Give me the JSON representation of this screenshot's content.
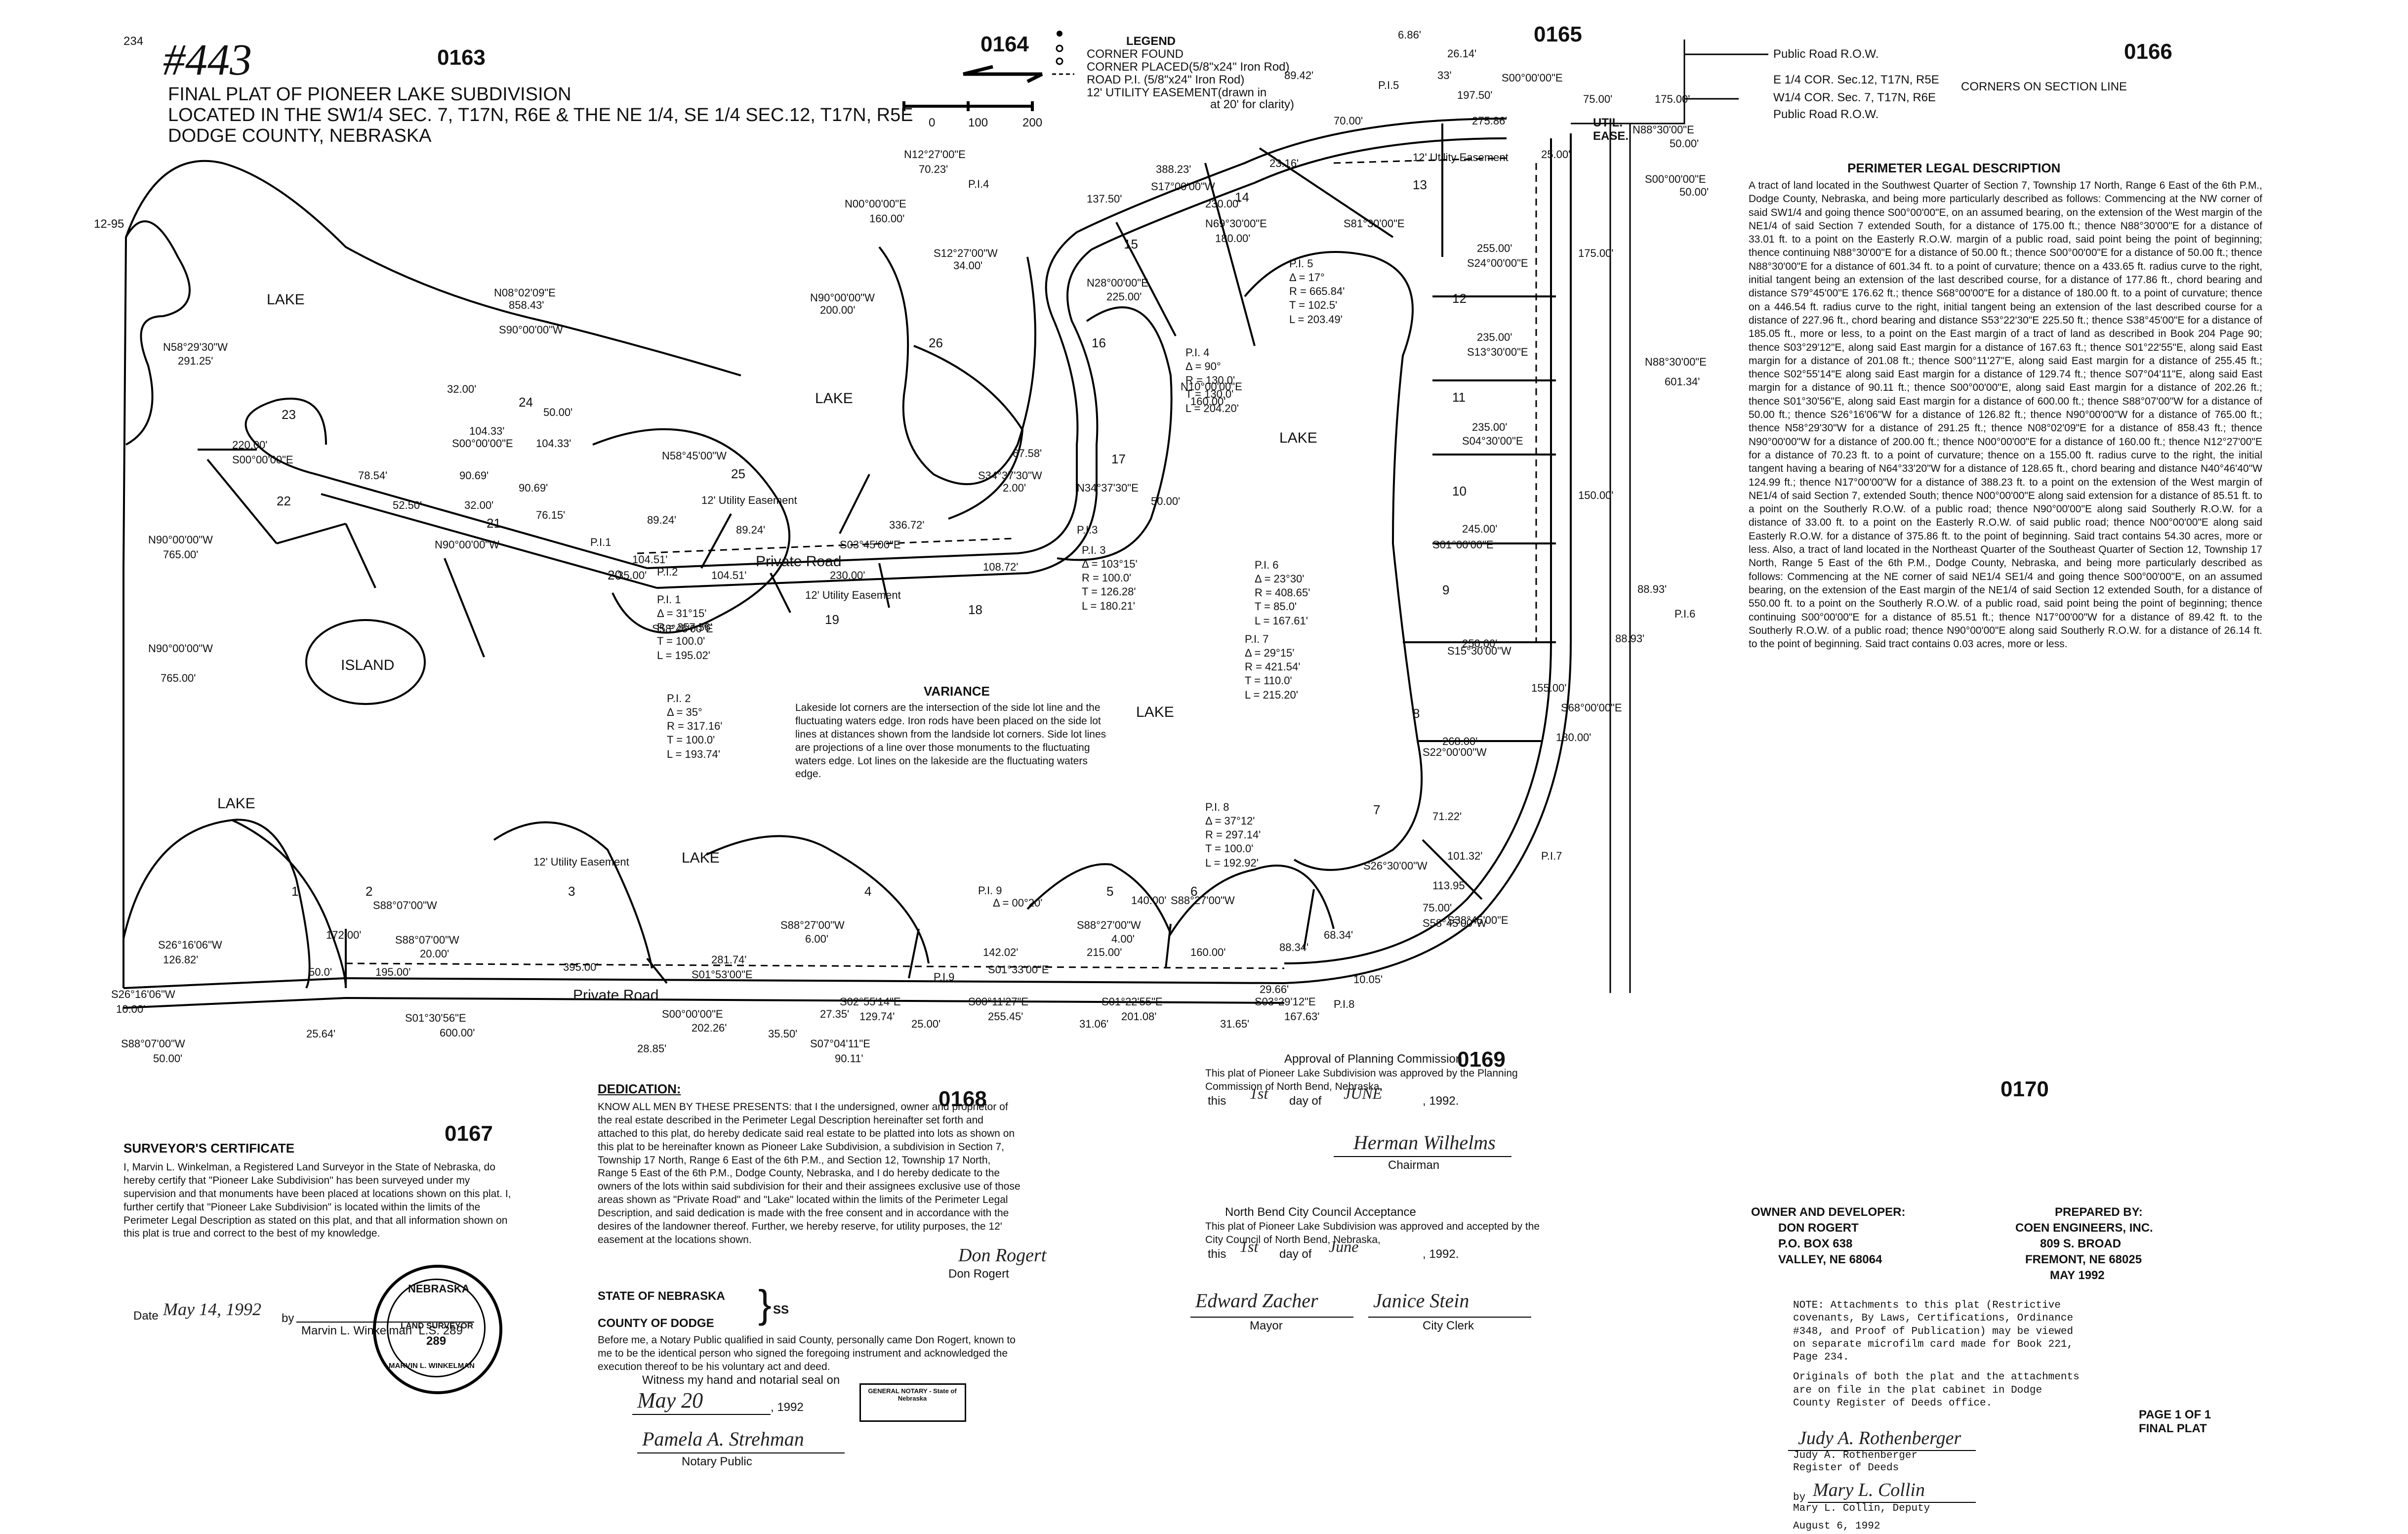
{
  "corner": {
    "mark1": "#443",
    "mark2": "0163",
    "note_a": "234",
    "note_b": "12-95"
  },
  "sheet_numbers": {
    "s0164": "0164",
    "s0165": "0165",
    "s0166": "0166",
    "s0167": "0167",
    "s0168": "0168",
    "s0169": "0169",
    "s0170": "0170"
  },
  "title": {
    "line1": "FINAL PLAT OF PIONEER LAKE SUBDIVISION",
    "line2": "LOCATED IN THE SW1/4 SEC. 7, T17N, R6E & THE NE 1/4, SE 1/4 SEC.12, T17N, R5E",
    "line3": "DODGE COUNTY, NEBRASKA"
  },
  "scale": {
    "t0": "0",
    "t1": "100",
    "t2": "200"
  },
  "legend": {
    "title": "LEGEND",
    "i1": "CORNER FOUND",
    "i2": "CORNER PLACED(5/8\"x24\" Iron Rod)",
    "i3": "ROAD P.I. (5/8\"x24\" Iron Rod)",
    "i4": "12' UTILITY EASEMENT(drawn in",
    "i4b": "at 20' for clarity)"
  },
  "top_right": {
    "row1": "Public Road R.O.W.",
    "row2": "E 1/4 COR. Sec.12, T17N, R5E",
    "row3": "W1/4 COR. Sec. 7, T17N, R6E",
    "row4": "Public Road R.O.W.",
    "corners": "CORNERS ON SECTION LINE",
    "util": "UTIL.",
    "ease": "EASE.",
    "d75": "75.00'",
    "d175": "175.00'",
    "b1": "N88°30'00\"E",
    "b1d": "50.00'",
    "b2": "S00°00'00\"E",
    "b2d": "50.00'",
    "b3": "S00°00'00\"E",
    "d197": "197.50'",
    "d2614": "26.14'",
    "d686": "6.86'",
    "d33": "33'",
    "d2500": "25.00'",
    "pi15": "P.I.5"
  },
  "perimeter": {
    "heading": "PERIMETER LEGAL DESCRIPTION",
    "body": "A tract of land located in the Southwest Quarter of Section 7, Township 17 North, Range 6 East of the 6th P.M., Dodge County, Nebraska, and being more particularly described as follows: Commencing at the NW corner of said SW1/4 and going thence S00°00'00\"E, on an assumed bearing, on the extension of the West margin of the NE1/4 of said Section 7 extended South, for a distance of 175.00 ft.; thence N88°30'00\"E for a distance of 33.01 ft. to a point on the Easterly R.O.W. margin of a public road, said point being the point of beginning; thence continuing N88°30'00\"E for a distance of 50.00 ft.; thence S00°00'00\"E for a distance of 50.00 ft.; thence N88°30'00\"E for a distance of 601.34 ft. to a point of curvature; thence on a 433.65 ft. radius curve to the right, initial tangent being an extension of the last described course, for a distance of 177.86 ft., chord bearing and distance S79°45'00\"E 176.62 ft.; thence S68°00'00\"E for a distance of 180.00 ft. to a point of curvature; thence on a 446.54 ft. radius curve to the right, initial tangent being an extension of the last described course for a distance of 227.96 ft., chord bearing and distance S53°22'30\"E 225.50 ft.; thence S38°45'00\"E for a distance of 185.05 ft., more or less, to a point on the East margin of a tract of land as described in Book 204 Page 90; thence S03°29'12\"E, along said East margin for a distance of 167.63 ft.; thence S01°22'55\"E, along said East margin for a distance of 201.08 ft.; thence S00°11'27\"E, along said East margin for a distance of 255.45 ft.; thence S02°55'14\"E along said East margin for a distance of 129.74 ft.; thence S07°04'11\"E, along said East margin for a distance of 90.11 ft.; thence S00°00'00\"E, along said East margin for a distance of 202.26 ft.; thence S01°30'56\"E, along said East margin for a distance of 600.00 ft.; thence S88°07'00\"W for a distance of 50.00 ft.; thence S26°16'06\"W for a distance of 126.82 ft.; thence N90°00'00\"W for a distance of 765.00 ft.; thence N58°29'30\"W for a distance of 291.25 ft.; thence N08°02'09\"E for a distance of 858.43 ft.; thence N90°00'00\"W for a distance of 200.00 ft.; thence N00°00'00\"E for a distance of 160.00 ft.; thence N12°27'00\"E for a distance of 70.23 ft. to a point of curvature; thence on a 155.00 ft. radius curve to the right, the initial tangent having a bearing of N64°33'20\"W for a distance of 128.65 ft., chord bearing and distance N40°46'40\"W 124.99 ft.; thence N17°00'00\"W for a distance of 388.23 ft. to a point on the extension of the West margin of NE1/4 of said Section 7, extended South; thence N00°00'00\"E along said extension for a distance of 85.51 ft. to a point on the Southerly R.O.W. of a public road; thence N90°00'00\"E along said Southerly R.O.W. for a distance of 33.00 ft. to a point on the Easterly R.O.W. of said public road; thence N00°00'00\"E along said Easterly R.O.W. for a distance of 375.86 ft. to the point of beginning. Said tract contains 54.30 acres, more or less. Also, a tract of land located in the Northeast Quarter of the Southeast Quarter of Section 12, Township 17 North, Range 5 East of the 6th P.M., Dodge County, Nebraska, and being more particularly described as follows: Commencing at the NE corner of said NE1/4 SE1/4 and going thence S00°00'00\"E, on an assumed bearing, on the extension of the East margin of the NE1/4 of said Section 12 extended South, for a distance of 550.00 ft. to a point on the Southerly R.O.W. of a public road, said point being the point of beginning; thence continuing S00°00'00\"E for a distance of 85.51 ft.; thence N17°00'00\"W for a distance of 89.42 ft. to the Southerly R.O.W. of a public road; thence N90°00'00\"E along said Southerly R.O.W. for a distance of 26.14 ft. to the point of beginning. Said tract contains 0.03 acres, more or less."
  },
  "curves": {
    "pi1": [
      "P.I. 1",
      "Δ = 31°15'",
      "R = 357.56'",
      "T = 100.0'",
      "L = 195.02'"
    ],
    "pi2": [
      "P.I. 2",
      "Δ = 35°",
      "R = 317.16'",
      "T = 100.0'",
      "L = 193.74'"
    ],
    "pi3": [
      "P.I. 3",
      "Δ = 103°15'",
      "R = 100.0'",
      "T = 126.28'",
      "L = 180.21'"
    ],
    "pi4": [
      "P.I. 4",
      "Δ = 90°",
      "R = 130.0'",
      "T = 130.0'",
      "L = 204.20'"
    ],
    "pi5": [
      "P.I. 5",
      "Δ = 17°",
      "R = 665.84'",
      "T = 102.5'",
      "L = 203.49'"
    ],
    "pi6": [
      "P.I. 6",
      "Δ = 23°30'",
      "R = 408.65'",
      "T = 85.0'",
      "L = 167.61'"
    ],
    "pi7": [
      "P.I. 7",
      "Δ = 29°15'",
      "R = 421.54'",
      "T = 110.0'",
      "L = 215.20'"
    ],
    "pi8": [
      "P.I. 8",
      "Δ = 37°12'",
      "R = 297.14'",
      "T = 100.0'",
      "L = 192.92'"
    ],
    "pi9": "P.I. 9",
    "pi9d": "Δ = 00°20'"
  },
  "lots": {
    "l1": "1",
    "l2": "2",
    "l3": "3",
    "l4": "4",
    "l5": "5",
    "l6": "6",
    "l7": "7",
    "l8": "8",
    "l9": "9",
    "l10": "10",
    "l11": "11",
    "l12": "12",
    "l13": "13",
    "l14": "14",
    "l15": "15",
    "l16": "16",
    "l17": "17",
    "l18": "18",
    "l19": "19",
    "l20": "20",
    "l21": "21",
    "l22": "22",
    "l23": "23",
    "l24": "24",
    "l25": "25",
    "l26": "26"
  },
  "features": {
    "lake1": "LAKE",
    "lake2": "LAKE",
    "lake3": "LAKE",
    "lake4": "LAKE",
    "lake5": "LAKE",
    "lake6": "LAKE",
    "island": "ISLAND",
    "road1": "Private Road",
    "road2": "Private Road",
    "ue1": "12' Utility Easement",
    "ue2": "12' Utility Easement",
    "ue3": "12' Utility Easement",
    "ue4": "12' Utility Easement"
  },
  "bearings": {
    "n0809": "N08°02'09\"E",
    "n0809d": "858.43'",
    "s90w": "S90°00'00\"W",
    "n5829": "N58°29'30\"W",
    "n5829d": "291.25'",
    "n90w": "N90°00'00\"W",
    "n90wd": "765.00'",
    "n00e": "N00°00'00\"E",
    "n00ed": "160.00'",
    "n1227": "N12°27'00\"E",
    "n1227d": "70.23'",
    "s1227": "S12°27'00\"W",
    "s1227d": "34.00'",
    "n90w2": "N90°00'00\"W",
    "n90w2d": "200.00'",
    "s17w": "S17°00'00\"W",
    "s17wd": "388.23'",
    "d230": "230.00'",
    "d13750": "137.50'",
    "d7000": "70.00'",
    "d27586": "275.86'",
    "d2316": "23.16'",
    "d8942": "89.42'",
    "n28": "N28°00'00\"E",
    "n28d": "225.00'",
    "n69": "N69°30'00\"E",
    "n69d": "180.00'",
    "s81": "S81°30'00\"E",
    "s24": "S24°00'00\"E",
    "s24d": "255.00'",
    "s13": "S13°30'00\"E",
    "s13d": "235.00'",
    "s04": "S04°30'00\"E",
    "s04d": "235.00'",
    "s01": "S01°00'00\"E",
    "s01d": "245.00'",
    "s15": "S15°30'00\"W",
    "s15d": "250.00'",
    "s22": "S22°00'00\"W",
    "s22d": "268.00'",
    "s26": "S26°30'00\"W",
    "s58": "S58°45'00\"W",
    "s58d": "75.00'",
    "n88e": "N88°30'00\"E",
    "n88ed": "601.34'",
    "d175b": "175.00'",
    "d150": "150.00'",
    "d155": "155.00'",
    "d180": "180.00'",
    "d8893": "88.93'",
    "d8893b": "88.93'",
    "n10": "N10°00'00\"E",
    "n10d": "160.00'",
    "s34": "S34°37'30\"W",
    "s34d": "2.00'",
    "n34": "N34°37'30\"E",
    "n34d": "50.00'",
    "d6758": "67.58'",
    "d33672": "336.72'",
    "n58": "N58°45'00\"W",
    "s03e": "S03°45'00\"E",
    "s58w": "S58°45'00\"E",
    "d8924": "89.24'",
    "d8924b": "89.24'",
    "d10872": "108.72'",
    "d23000": "230.00'",
    "d3500": "35.00'",
    "d10451": "104.51'",
    "d10451b": "104.51'",
    "d9069": "90.69'",
    "d9069b": "90.69'",
    "d10433": "104.33'",
    "d10433b": "104.33'",
    "d3200": "32.00'",
    "d3200b": "32.00'",
    "d5000": "50.00'",
    "d22000": "220.00'",
    "s00w": "S00°00'00\"E",
    "n90w3": "N90°00'00\"W",
    "s00e2": "S00°00'00\"E",
    "d7615": "76.15'",
    "d7854": "78.54'",
    "d5250": "52.50'",
    "n90w4": "N90°00'00\"W",
    "n90w4d": "765.00'",
    "s2616": "S26°16'06\"W",
    "s2616d": "126.82'",
    "s88w": "S88°07'00\"W",
    "s88wd": "50.00'",
    "s26w": "S26°16'06\"W",
    "s26wd": "10.00'",
    "s88w2": "S88°07'00\"W",
    "s88w2d": "20.00'",
    "s88w3": "S88°27'00\"W",
    "s88w3d": "6.00'",
    "s88w4": "S88°27'00\"W",
    "s88w4d": "4.00'",
    "s88_07": "S88°07'00\"W",
    "s88_27": "S88°27'00\"W",
    "d17200": "172.00'",
    "d14000": "140.00'",
    "d19500": "195.00'",
    "d39500": "395.00'",
    "d28174": "281.74'",
    "d14202": "142.02'",
    "d21500": "215.00'",
    "d16000": "160.00'",
    "d8834": "88.34'",
    "d6834": "68.34'",
    "d500": "50.0'",
    "s0130": "S01°30'56\"E",
    "s0130d": "600.00'",
    "s0000": "S00°00'00\"E",
    "s0000d": "202.26'",
    "s0255": "S02°55'14\"E",
    "s0255d": "129.74'",
    "s0704": "S07°04'11\"E",
    "s0704d": "90.11'",
    "s0011": "S00°11'27\"E",
    "s0011d": "255.45'",
    "s0122": "S01°22'55\"E",
    "s0122d": "201.08'",
    "s0329": "S03°29'12\"E",
    "s0329d": "167.63'",
    "s0153": "S01°53'00\"E",
    "s0133": "S01°33'00\"E",
    "d2564": "25.64'",
    "d2885": "28.85'",
    "d3550": "35.50'",
    "d2735": "27.35'",
    "d2500b": "25.00'",
    "d3106": "31.06'",
    "d3165": "31.65'",
    "d2966": "29.66'",
    "d1005": "10.05'",
    "d11395": "113.95'",
    "d7122": "71.22'",
    "d10132": "101.32'",
    "s38": "S38°45'00\"E",
    "s68": "S68°00'00\"E",
    "pi18": "P.I.8",
    "pi16": "P.I.6",
    "pi17": "P.I.7",
    "pi12": "P.I.2",
    "pi13": "P.I.3",
    "pi14": "P.I.4",
    "pi19": "P.I.9",
    "pi11": "P.I.1"
  },
  "variance": {
    "title": "VARIANCE",
    "body": "Lakeside lot corners are the intersection of the side lot line and the fluctuating waters edge. Iron rods have been placed on the side lot lines at distances shown from the landside lot corners. Side lot lines are projections of a line over those monuments to the fluctuating waters edge. Lot lines on the lakeside are the fluctuating waters edge."
  },
  "surveyor": {
    "title": "SURVEYOR'S CERTIFICATE",
    "body": "I, Marvin L. Winkelman, a Registered Land Surveyor in the State of Nebraska, do hereby certify that \"Pioneer Lake Subdivision\" has been surveyed under my supervision and that monuments have been placed at locations shown on this plat. I, further certify that \"Pioneer Lake Subdivision\" is located within the limits of the Perimeter Legal Description as stated on this plat, and that all information shown on this plat is true and correct to the best of my knowledge.",
    "date_label": "Date",
    "date_val": "May 14, 1992",
    "by": "by",
    "name": "Marvin L. Winkelman  L.S. 289",
    "seal_top": "NEBRASKA",
    "seal_mid": "LAND SURVEYOR",
    "seal_num": "289",
    "seal_bot": "MARVIN L. WINKELMAN"
  },
  "dedication": {
    "title": "DEDICATION:",
    "body": "KNOW ALL MEN BY THESE PRESENTS: that I the undersigned, owner and proprietor of the real estate described in the Perimeter Legal Description hereinafter set forth and attached to this plat, do hereby dedicate said real estate to be platted into lots as shown on this plat to be hereinafter known as Pioneer Lake Subdivision, a subdivision in Section 7, Township 17 North, Range 6 East of the 6th P.M., and Section 12, Township 17 North, Range 5 East of the 6th P.M., Dodge County, Nebraska, and I do hereby dedicate to the owners of the lots within said subdivision for their and their assignees exclusive use of those areas shown as \"Private Road\" and \"Lake\" located within the limits of the Perimeter Legal Description, and said dedication is made with the free consent and in accordance with the desires of the landowner thereof. Further, we hereby reserve, for utility purposes, the 12' easement at the locations shown.",
    "signer": "Don Rogert",
    "state": "STATE OF NEBRASKA",
    "ss": "SS",
    "county": "COUNTY OF DODGE",
    "notary_body": "Before me, a Notary Public qualified in said County, personally came Don Rogert, known to me to be the identical person who signed the foregoing instrument and acknowledged the execution thereof to be his voluntary act and deed.",
    "witness": "Witness my hand and notarial seal on",
    "date_sig": "May 20",
    "year": ", 1992",
    "notary_sig": "Pamela A. Strehman",
    "notary_label": "Notary Public",
    "stamp": "GENERAL NOTARY - State of Nebraska"
  },
  "planning": {
    "title": "Approval of Planning Commission",
    "body": "This plat of Pioneer Lake Subdivision was approved by the Planning Commission of North Bend, Nebraska,",
    "this": "this",
    "day": "1st",
    "dayof": "day of",
    "month": "JUNE",
    "year": ", 1992.",
    "chair_sig": "Herman Wilhelms",
    "chair": "Chairman"
  },
  "council": {
    "title": "North Bend City Council Acceptance",
    "body": "This plat of Pioneer Lake Subdivision was approved and accepted by the City Council of North Bend, Nebraska,",
    "this": "this",
    "day": "1st",
    "dayof": "day of",
    "month": "June",
    "year": ", 1992.",
    "mayor_sig": "Edward Zacher",
    "clerk_sig": "Janice Stein",
    "mayor": "Mayor",
    "clerk": "City Clerk"
  },
  "owner": {
    "title": "OWNER AND DEVELOPER:",
    "l1": "DON ROGERT",
    "l2": "P.O. BOX 638",
    "l3": "VALLEY, NE 68064"
  },
  "prepared": {
    "title": "PREPARED BY:",
    "l1": "COEN ENGINEERS, INC.",
    "l2": "809 S. BROAD",
    "l3": "FREMONT, NE 68025",
    "l4": "MAY 1992"
  },
  "note": {
    "line1": "NOTE:  Attachments to this plat (Restrictive",
    "line2": "covenants, By Laws, Certifications, Ordinance",
    "line3": "#348, and Proof of Publication) may be viewed",
    "line4": "on separate microfilm card made for Book 221,",
    "line5": "Page 234.",
    "line6": "Originals of both the plat and the attachments",
    "line7": "are on file in the plat cabinet in Dodge",
    "line8": "County Register of Deeds office.",
    "reg_sig": "Judy A. Rothenberger",
    "reg_name": "Judy A. Rothenberger",
    "reg_title": "Register of Deeds",
    "by": "by",
    "dep_sig": "Mary L. Collin",
    "dep_name": "Mary L. Collin, Deputy",
    "date": "August 6, 1992"
  },
  "page": {
    "l1": "PAGE 1 OF 1",
    "l2": "FINAL PLAT"
  }
}
